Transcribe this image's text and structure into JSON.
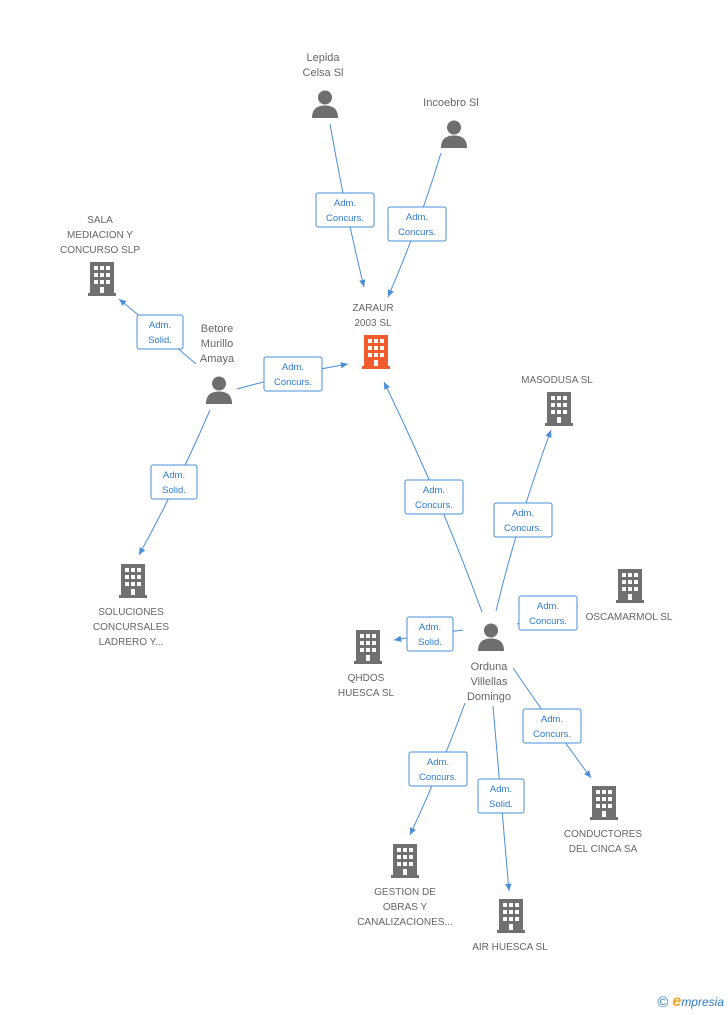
{
  "colors": {
    "edge": "#4a8fd8",
    "company": "#707070",
    "company_focus": "#f25c2c",
    "person": "#6e6e6e",
    "label": "#666666"
  },
  "nodes": [
    {
      "id": "zaraur",
      "type": "company",
      "focus": true,
      "label": [
        "ZARAUR",
        "2003 SL"
      ]
    },
    {
      "id": "lepida",
      "type": "person",
      "label": [
        "Lepida",
        "Celsa Sl"
      ]
    },
    {
      "id": "incoebro",
      "type": "person",
      "label": [
        "Incoebro Sl"
      ]
    },
    {
      "id": "sala",
      "type": "company",
      "label": [
        "SALA",
        "MEDIACION Y",
        "CONCURSO  SLP"
      ]
    },
    {
      "id": "betore",
      "type": "person",
      "label": [
        "Betore",
        "Murillo",
        "Amaya"
      ]
    },
    {
      "id": "masodusa",
      "type": "company",
      "label": [
        "MASODUSA SL"
      ]
    },
    {
      "id": "soluciones",
      "type": "company",
      "label": [
        "SOLUCIONES",
        "CONCURSALES",
        "LADRERO Y..."
      ]
    },
    {
      "id": "oscamarmol",
      "type": "company",
      "label": [
        "OSCAMARMOL SL"
      ]
    },
    {
      "id": "qhdos",
      "type": "company",
      "label": [
        "QHDOS",
        "HUESCA SL"
      ]
    },
    {
      "id": "orduna",
      "type": "person",
      "label": [
        "Orduna",
        "Villellas",
        "Domingo"
      ]
    },
    {
      "id": "conductores",
      "type": "company",
      "label": [
        "CONDUCTORES",
        "DEL CINCA SA"
      ]
    },
    {
      "id": "gestion",
      "type": "company",
      "label": [
        "GESTION DE",
        "OBRAS Y",
        "CANALIZACIONES..."
      ]
    },
    {
      "id": "airhuesca",
      "type": "company",
      "label": [
        "AIR HUESCA SL"
      ]
    }
  ],
  "edges": [
    {
      "id": "lepida-zaraur",
      "label": [
        "Adm.",
        "Concurs."
      ]
    },
    {
      "id": "incoebro-zaraur",
      "label": [
        "Adm.",
        "Concurs."
      ]
    },
    {
      "id": "betore-sala",
      "label": [
        "Adm.",
        "Solid."
      ]
    },
    {
      "id": "betore-zaraur",
      "label": [
        "Adm.",
        "Concurs."
      ]
    },
    {
      "id": "betore-soluciones",
      "label": [
        "Adm.",
        "Solid."
      ]
    },
    {
      "id": "orduna-zaraur",
      "label": [
        "Adm.",
        "Concurs."
      ]
    },
    {
      "id": "orduna-masodusa",
      "label": [
        "Adm.",
        "Concurs."
      ]
    },
    {
      "id": "orduna-oscamarmol",
      "label": [
        "Adm.",
        "Concurs."
      ]
    },
    {
      "id": "orduna-qhdos",
      "label": [
        "Adm.",
        "Solid."
      ]
    },
    {
      "id": "orduna-conductores",
      "label": [
        "Adm.",
        "Concurs."
      ]
    },
    {
      "id": "orduna-gestion",
      "label": [
        "Adm.",
        "Concurs."
      ]
    },
    {
      "id": "orduna-airhuesca",
      "label": [
        "Adm.",
        "Solid."
      ]
    }
  ],
  "footer": {
    "copyright": "©",
    "brand_initial": "e",
    "brand_rest": "mpresia"
  }
}
